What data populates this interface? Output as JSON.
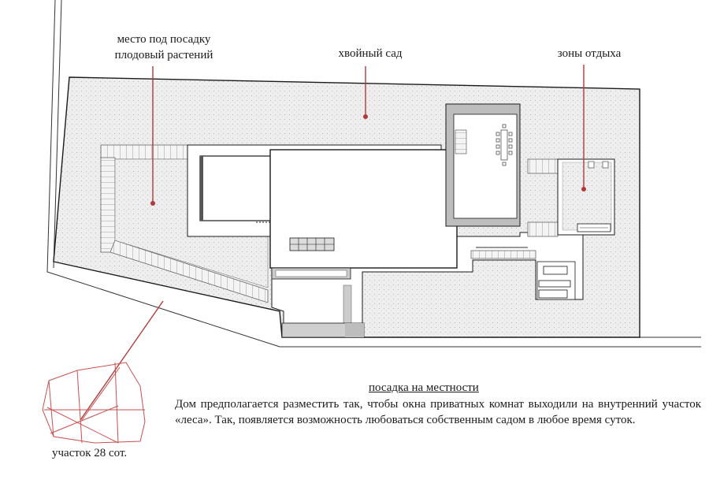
{
  "labels": {
    "fruit_area": "место под посадку плодовый растений",
    "conifer_garden": "хвойный сад",
    "rest_zones": "зоны отдыха",
    "plot_size": "участок 28 сот."
  },
  "text": {
    "title": "посадка на местности",
    "description": "Дом предполагается разместить так, чтобы окна приватных комнат выходили на внутренний участок «леса». Так, появляется возможность любоваться собственным садом в любое время суток."
  },
  "colors": {
    "leader_line": "#b03a3a",
    "outline": "#1a1a1a",
    "grass": "#e6e6e6",
    "paving": "#d0d0d0",
    "plot_sketch": "#c85050"
  }
}
